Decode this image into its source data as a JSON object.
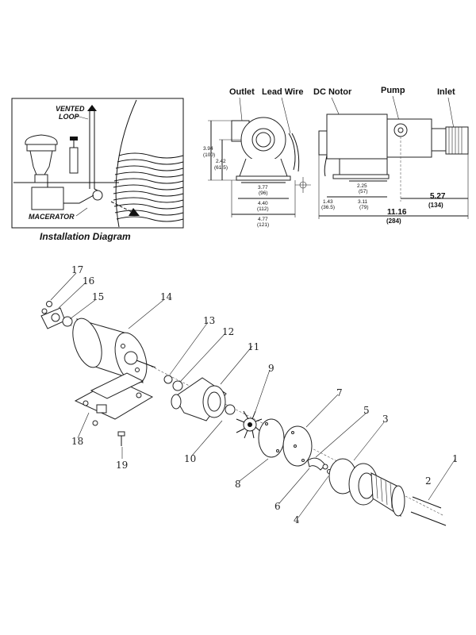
{
  "installation": {
    "caption": "Installation Diagram",
    "vented_loop_line1": "VENTED",
    "vented_loop_line2": "LOOP",
    "macerator": "MACERATOR"
  },
  "dimensions_view": {
    "labels": {
      "outlet": "Outlet",
      "lead_wire": "Lead Wire",
      "dc_motor": "DC Notor",
      "pump": "Pump",
      "inlet": "Inlet"
    },
    "values": {
      "h_394": "3.94",
      "h_394_mm": "(100)",
      "h_242": "2.42",
      "h_242_mm": "(61.5)",
      "w_377": "3.77",
      "w_377_mm": "(96)",
      "w_440": "4.40",
      "w_440_mm": "(112)",
      "w_477": "4.77",
      "w_477_mm": "(121)",
      "w_225": "2.25",
      "w_225_mm": "(57)",
      "w_143": "1.43",
      "w_143_mm": "(36.5)",
      "w_311": "3.11",
      "w_311_mm": "(79)",
      "w_527": "5.27",
      "w_527_mm": "(134)",
      "w_1116": "11.16",
      "w_1116_mm": "(284)"
    }
  },
  "exploded_view": {
    "callouts": [
      "1",
      "2",
      "3",
      "4",
      "5",
      "6",
      "7",
      "8",
      "9",
      "10",
      "11",
      "12",
      "13",
      "14",
      "15",
      "16",
      "17",
      "18",
      "19"
    ]
  }
}
